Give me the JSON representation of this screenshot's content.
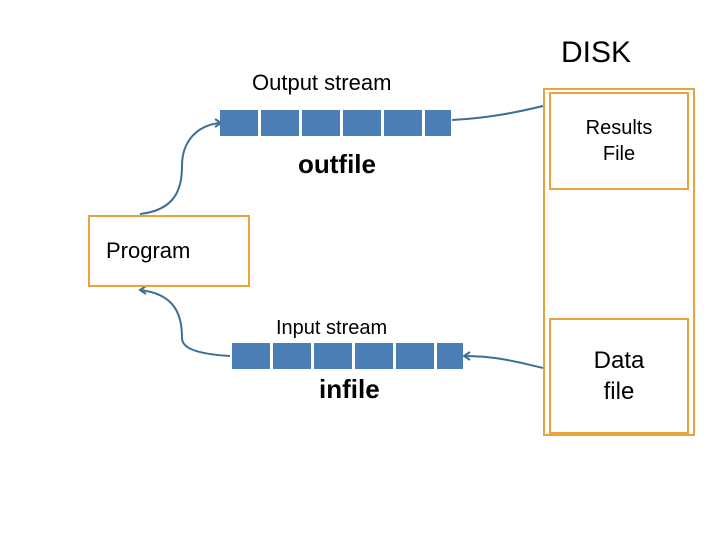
{
  "diagram": {
    "title": "DISK",
    "program": {
      "label": "Program"
    },
    "streams": [
      {
        "name": "output-stream",
        "label": "Output stream",
        "file_label": "outfile",
        "cells": 6,
        "cell_color": "#4A7EB5"
      },
      {
        "name": "input-stream",
        "label": "Input stream",
        "file_label": "infile",
        "cells": 6,
        "cell_color": "#4A7EB5"
      }
    ],
    "disk_files": [
      {
        "name": "results-file",
        "line1": "Results",
        "line2": "File"
      },
      {
        "name": "data-file",
        "line1": "Data",
        "line2": "file"
      }
    ],
    "colors": {
      "box_border": "#E8A33D",
      "stream_cell": "#4A7EB5",
      "connector": "#3F6E91",
      "text": "#000000",
      "background": "#FFFFFF"
    }
  }
}
